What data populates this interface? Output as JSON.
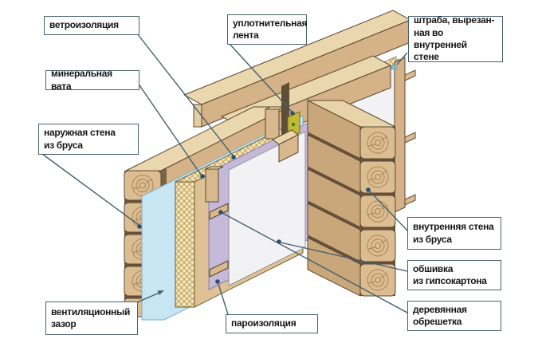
{
  "callouts": [
    {
      "name": "wind-insulation",
      "text": "ветроизоляция"
    },
    {
      "name": "mineral-wool",
      "text": "минеральная вата"
    },
    {
      "name": "outer-timber-wall",
      "text": "наружная стена\nиз бруса"
    },
    {
      "name": "ventilation-gap",
      "text": "вентиляционный\nзазор"
    },
    {
      "name": "sealing-tape",
      "text": "уплотнительная\nлента"
    },
    {
      "name": "chase-in-inner-wall",
      "text": "штраба, вырезан-\nная во внутренней\nстене"
    },
    {
      "name": "inner-timber-wall",
      "text": "внутренняя стена\nиз бруса"
    },
    {
      "name": "drywall-sheathing",
      "text": "обшивка\nиз гипсокартона"
    },
    {
      "name": "wooden-lathing",
      "text": "деревянная\nобрешетка"
    },
    {
      "name": "vapor-barrier",
      "text": "пароизоляция"
    }
  ],
  "colors": {
    "background": "#ffffff",
    "label_border": "#4a616e",
    "label_text": "#161616",
    "leader_line": "#44606e",
    "leader_dot": "#2e5068",
    "timber_face": "#d5b287",
    "timber_top": "#ead7ae",
    "timber_end": "#dcbd92",
    "timber_rings": "#a8835a",
    "timber_gap": "#6b5340",
    "inner_wall_face": "#c9a77b",
    "wind_film_blue": "#c7e6f3",
    "mineral_wool_cream": "#f4e6ba",
    "wool_hatch": "#b6954f",
    "wool_face_tan": "#dec295",
    "vapor_barrier_purple": "#c5b8d9",
    "drywall_gray": "#f2f2f5",
    "sealing_tape_yellow": "#c2ba33",
    "tape_dot_green": "#3e7d1e",
    "chase_arrow_cyan": "#7fc3da"
  }
}
